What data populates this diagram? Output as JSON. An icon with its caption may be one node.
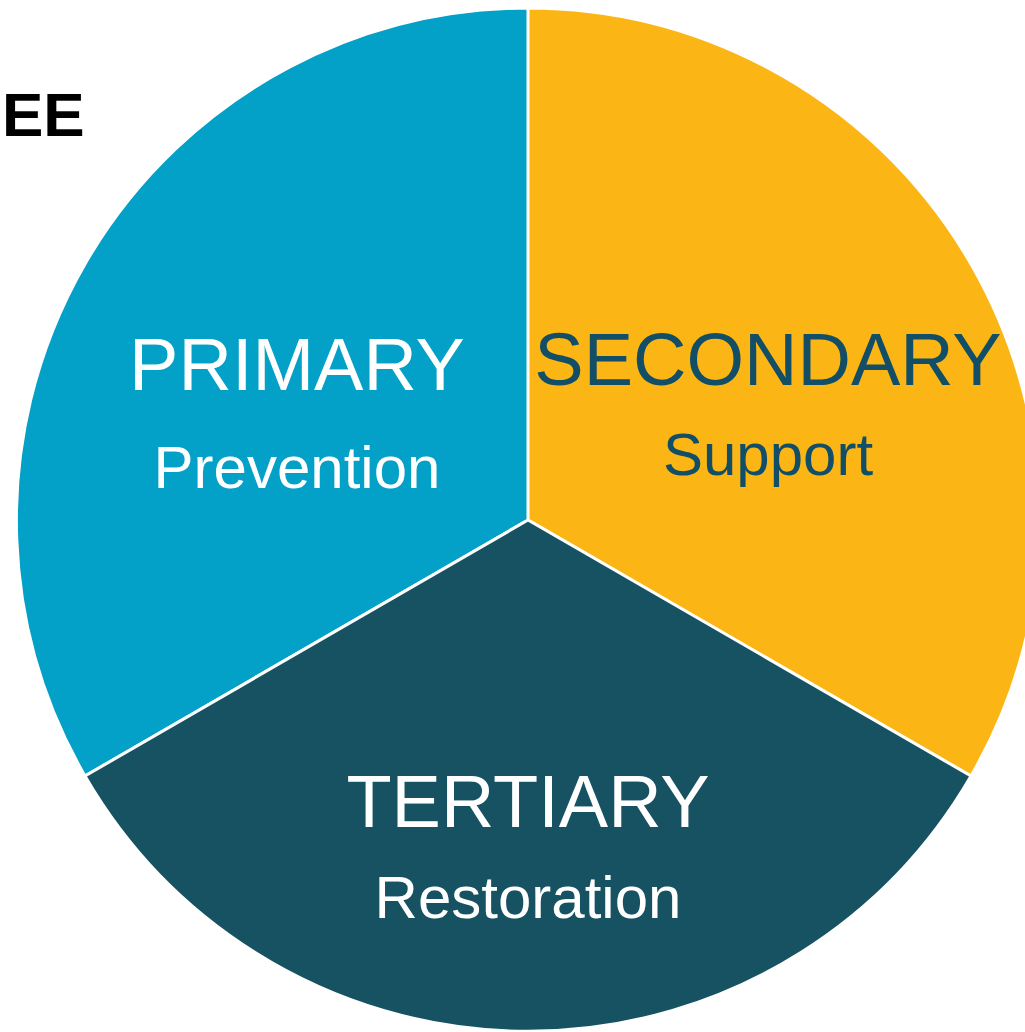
{
  "diagram": {
    "nodes": [
      {
        "text": [
          "PRIMARY",
          "Prevention"
        ]
      },
      {
        "text": [
          "SECONDARY",
          "Support"
        ]
      },
      {
        "text": [
          "TERTIARY",
          "Restoration"
        ]
      }
    ],
    "labels": [
      "EE"
    ]
  }
}
